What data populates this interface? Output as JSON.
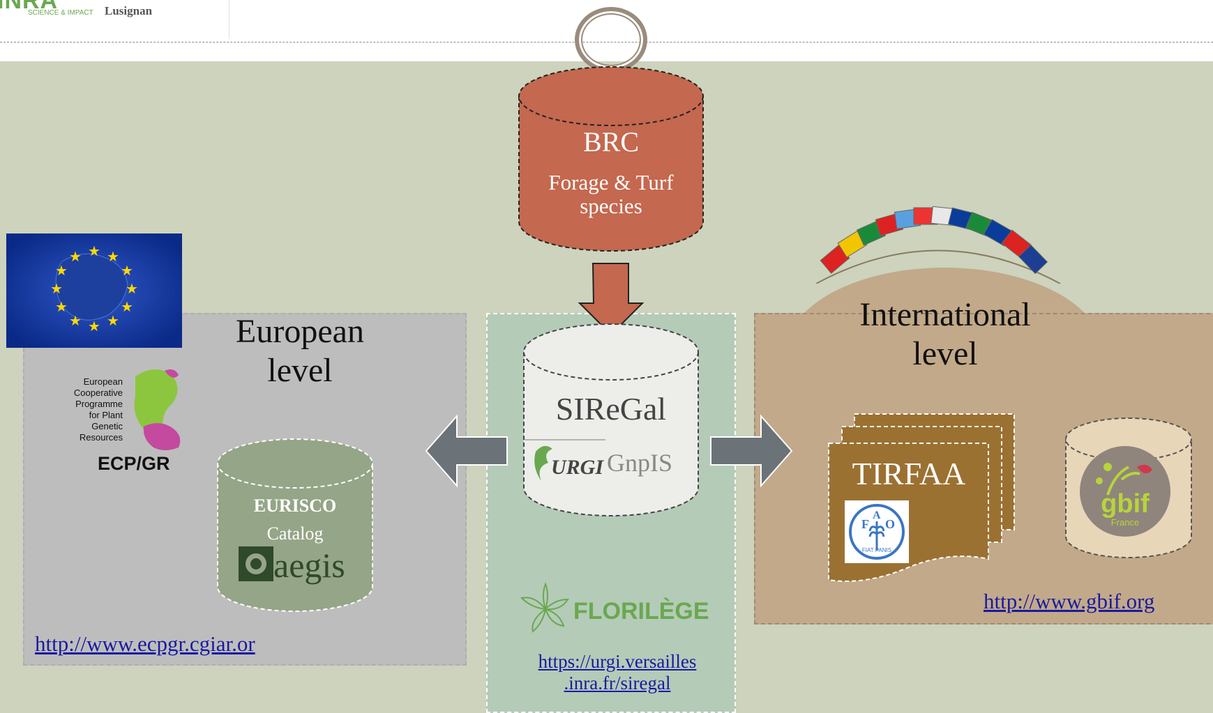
{
  "header": {
    "logo_left": "INRA",
    "logo_tagline": "SCIENCE & IMPACT",
    "logo_site": "Lusignan"
  },
  "brc": {
    "title": "BRC",
    "subtitle_line1": "Forage & Turf",
    "subtitle_line2": "species"
  },
  "european": {
    "title_line1": "European",
    "title_line2": "level",
    "ecpgr_text": [
      "European",
      "Cooperative",
      "Programme",
      "for Plant",
      "Genetic",
      "Resources"
    ],
    "ecpgr_name": "ECP/GR",
    "db_title": "EURISCO",
    "db_subtitle": "Catalog",
    "db_logo": "aegis",
    "link": "http://www.ecpgr.cgiar.or"
  },
  "national": {
    "db_title": "SIReGal",
    "urgi_label": "URGI",
    "gnpis_label": "GnpIS",
    "florilege_label": "FLORILÈGE",
    "link_line1": "https://urgi.versailles",
    "link_line2": ".inra.fr/siregal"
  },
  "international": {
    "title_line1": "International",
    "title_line2": "level",
    "treaty_label": "TIRFAA",
    "fao_text": "FIAT PANIS",
    "gbif_label": "gbif",
    "gbif_sub": "France",
    "link": "http://www.gbif.org"
  },
  "colors": {
    "background": "#cdd3bc",
    "brc_fill": "#c4684f",
    "siregal_fill": "#ededea",
    "eurisco_fill": "#95a587",
    "european_panel": "#bdbdbd",
    "national_panel": "#b4cbb8",
    "international_panel": "#c2a98a",
    "tirfaa_fill": "#9b7132",
    "arrow_grey": "#6b7278",
    "link": "#1a1aa0"
  }
}
